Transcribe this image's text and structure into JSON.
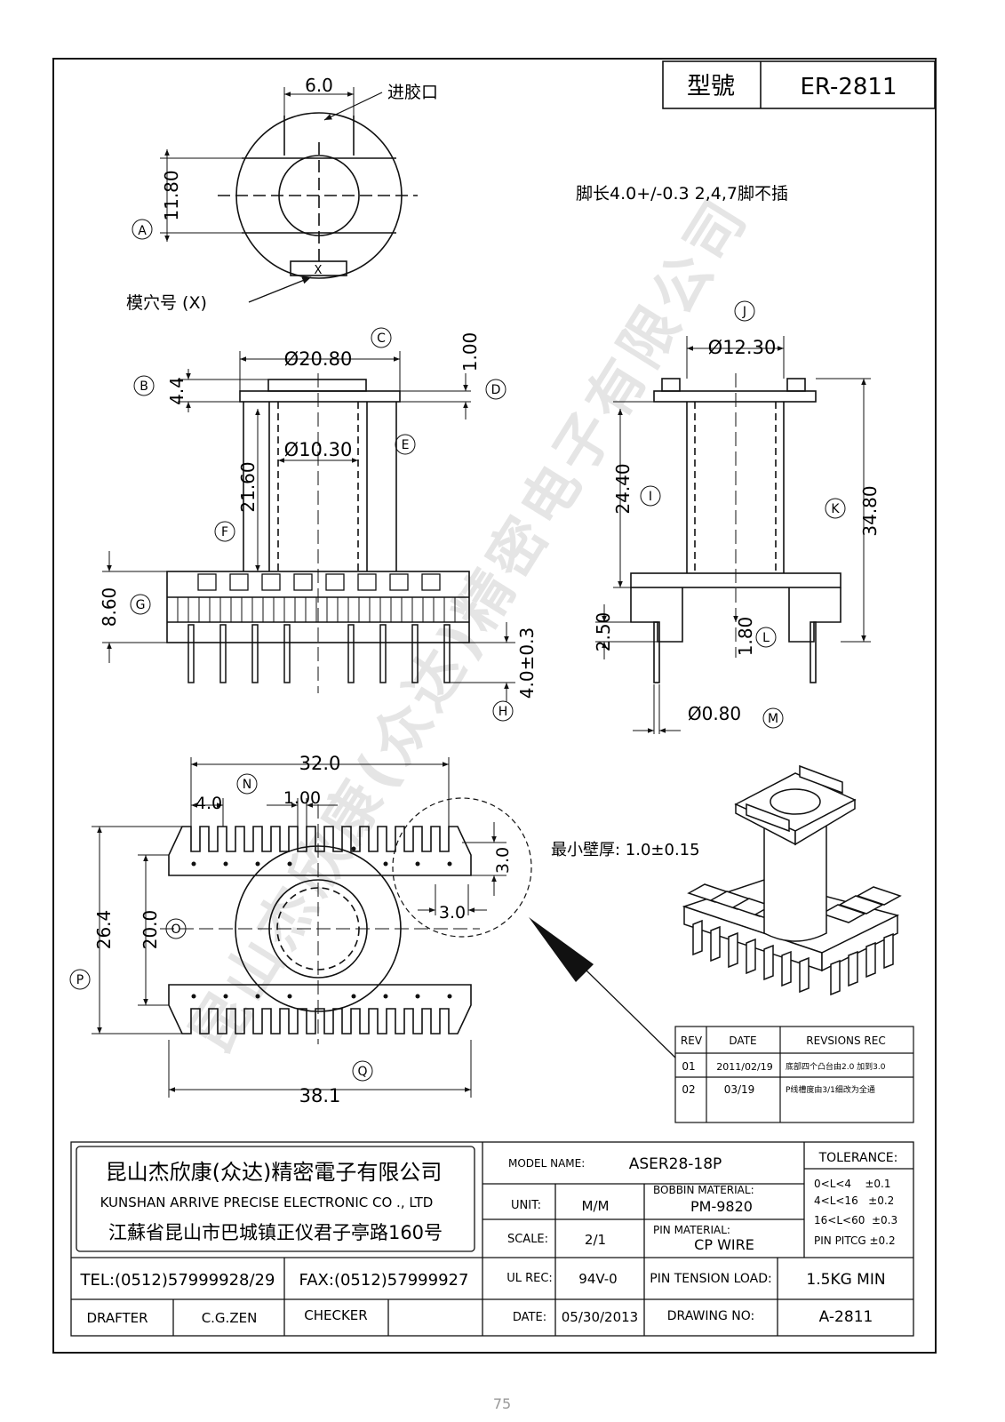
{
  "header": {
    "model_label": "型號",
    "model_value": "ER-2811"
  },
  "notes": {
    "pin_length": "脚长4.0+/-0.3  2,4,7脚不插",
    "min_wall": "最小壁厚: 1.0±0.15",
    "gate": "进胶口",
    "cavity": "模穴号 (X)"
  },
  "watermark": "昆山杰欣康(众达)精密电子有限公司",
  "top_view": {
    "dim_top": "6.0",
    "dim_side": "11.80",
    "callout": "A",
    "cavity_mark": "X"
  },
  "front_view": {
    "dims": {
      "flange_dia": "Ø20.80",
      "flange_thk": "1.00",
      "flange_h": "4.4",
      "core_dia": "Ø10.30",
      "winding": "21.60",
      "base_h": "8.60",
      "pin_len": "4.0±0.3"
    },
    "callouts": {
      "B": "B",
      "C": "C",
      "D": "D",
      "E": "E",
      "F": "F",
      "G": "G",
      "H": "H"
    }
  },
  "side_view": {
    "dims": {
      "top_dia": "Ø12.30",
      "inner_h": "24.40",
      "total_h": "34.80",
      "step": "2.50",
      "step2": "1.80",
      "pin_dia": "Ø0.80"
    },
    "callouts": {
      "J": "J",
      "I": "I",
      "K": "K",
      "L": "L",
      "M": "M"
    }
  },
  "bottom_view": {
    "dims": {
      "width": "32.0",
      "pitch": "4.0",
      "slot": "1.00",
      "height": "26.4",
      "inner": "20.0",
      "overall": "38.1",
      "detail_w": "3.0",
      "detail_h": "3.0"
    },
    "callouts": {
      "N": "N",
      "O": "O",
      "P": "P",
      "Q": "Q"
    }
  },
  "revisions": {
    "headers": [
      "REV",
      "DATE",
      "REVSIONS  REC"
    ],
    "rows": [
      {
        "rev": "01",
        "date": "2011/02/19",
        "rec": "底部四个凸台由2.0 加到3.0"
      },
      {
        "rev": "02",
        "date": "03/19",
        "rec": "P线槽度由3/1细改为全通"
      }
    ]
  },
  "title_block": {
    "company_cn": "昆山杰欣康(众达)精密電子有限公司",
    "company_en": "KUNSHAN ARRIVE PRECISE ELECTRONIC CO ., LTD",
    "address": "江蘇省昆山市巴城镇正仪君子亭路160号",
    "tel": "TEL:(0512)57999928/29",
    "fax": "FAX:(0512)57999927",
    "drafter_label": "DRAFTER",
    "drafter": "C.G.ZEN",
    "checker_label": "CHECKER",
    "model_name_label": "MODEL NAME:",
    "model_name": "ASER28-18P",
    "unit_label": "UNIT:",
    "unit": "M/M",
    "scale_label": "SCALE:",
    "scale": "2/1",
    "ul_label": "UL REC:",
    "ul": "94V-0",
    "date_label": "DATE:",
    "date": "05/30/2013",
    "bobbin_label": "BOBBIN MATERIAL:",
    "bobbin": "PM-9820",
    "pin_label": "PIN MATERIAL:",
    "pin": "CP WIRE",
    "tension_label": "PIN TENSION LOAD:",
    "tension": "1.5KG MIN",
    "drawing_label": "DRAWING NO:",
    "drawing": "A-2811",
    "tolerance_label": "TOLERANCE:",
    "tol1": "0<L<4    ±0.1",
    "tol2": "4<L<16   ±0.2",
    "tol3": "16<L<60  ±0.3",
    "tol4": "PIN PITCG ±0.2"
  },
  "page_number": "75"
}
